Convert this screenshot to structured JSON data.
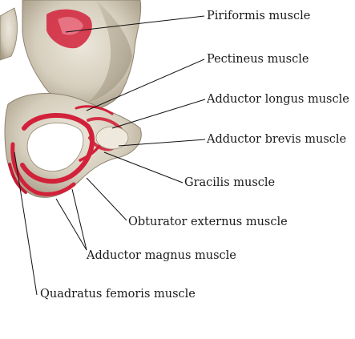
{
  "figure": {
    "subject": "Pelvis, inferior view with muscle attachment sites",
    "muscle_color": "#d2213a",
    "bone_color": "#d9d2c3",
    "leader_color": "#111111"
  },
  "labels": {
    "piriformis": "Piriformis muscle",
    "pectineus": "Pectineus muscle",
    "adductor_longus": "Adductor longus muscle",
    "adductor_brevis": "Adductor brevis muscle",
    "gracilis": "Gracilis muscle",
    "obturator_externus": "Obturator externus muscle",
    "adductor_magnus": "Adductor magnus muscle",
    "quadratus_femoris": "Quadratus femoris muscle"
  }
}
